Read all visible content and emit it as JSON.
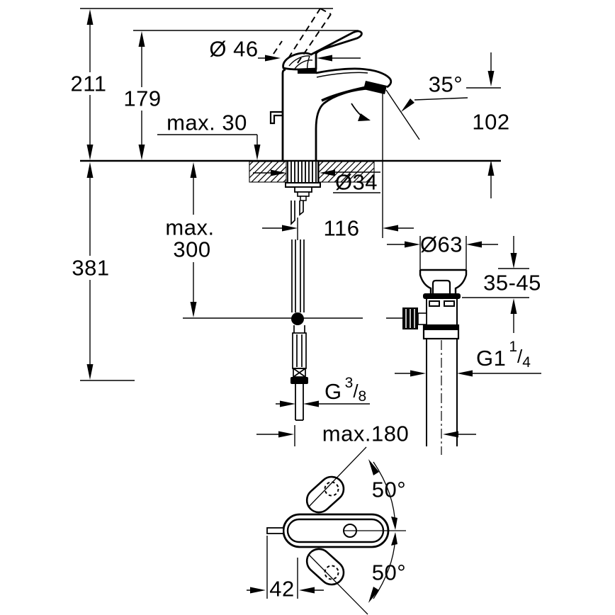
{
  "drawing": {
    "type": "technical-dimension-drawing",
    "subject": "single-lever basin mixer faucet with pop-up waste",
    "background_color": "#ffffff",
    "line_color": "#000000",
    "labels": {
      "height_total": "211",
      "height_spout_body": "179",
      "deck_thickness_max": "max. 30",
      "body_diameter": "Ø 46",
      "spray_angle": "35°",
      "spout_height": "102",
      "depth_total": "381",
      "hose_depth_max_line1": "max.",
      "hose_depth_max_line2": "300",
      "hole_diameter": "Ø34",
      "spout_reach": "116",
      "drain_flange_diameter": "Ø63",
      "drain_deck_range": "35-45",
      "drain_thread_base": "G1",
      "drain_thread_num": "1",
      "drain_thread_slash": "/",
      "drain_thread_den": "4",
      "supply_thread_base": "G",
      "supply_thread_num": "3",
      "supply_thread_slash": "/",
      "supply_thread_den": "8",
      "rod_length_max": "max.180",
      "swivel_angle_upper": "50°",
      "swivel_angle_lower": "50°",
      "handle_offset": "42"
    }
  }
}
